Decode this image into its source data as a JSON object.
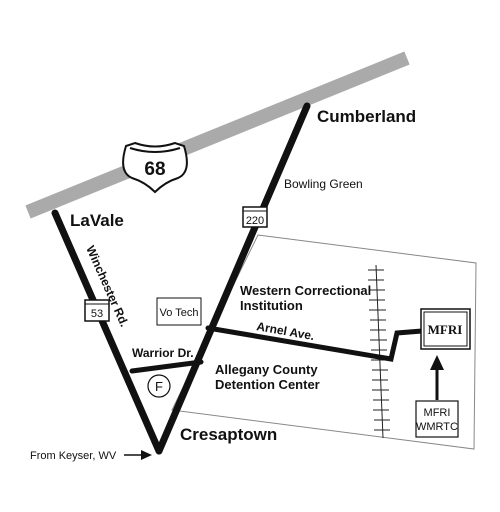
{
  "map": {
    "highway": {
      "route": "68"
    },
    "places": {
      "cumberland": "Cumberland",
      "lavale": "LaVale",
      "cresaptown": "Cresaptown",
      "bowling_green": "Bowling Green",
      "western_correctional": [
        "Western Correctional",
        "Institution"
      ],
      "allegany_detention": [
        "Allegany County",
        "Detention Center"
      ]
    },
    "roads": {
      "winchester": "Winchester Rd.",
      "arnel": "Arnel Ave.",
      "warrior": "Warrior Dr.",
      "route_53": "53",
      "route_220": "220"
    },
    "landmarks": {
      "vo_tech": "Vo Tech",
      "circle_f": "F",
      "mfri": "MFRI",
      "mfri_wmrtc": [
        "MFRI",
        "WMRTC"
      ]
    },
    "directions": {
      "from_keyser": "From Keyser, WV"
    },
    "colors": {
      "highway": "#aaaaaa",
      "road": "#111111",
      "ink": "#111111",
      "boundary": "#888888"
    }
  }
}
